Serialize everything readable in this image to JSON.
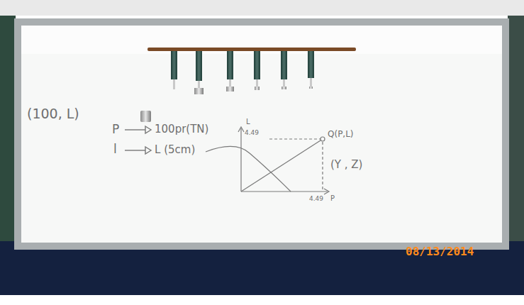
{
  "diagram": {
    "labels": [
      "(100, L)",
      "P",
      "100pr(TN)",
      "l",
      "L (5cm)",
      "L",
      "4.49",
      "Q(P,L)",
      "(Y , Z)",
      "4.49",
      "P",
      "08/13/2014"
    ]
  }
}
